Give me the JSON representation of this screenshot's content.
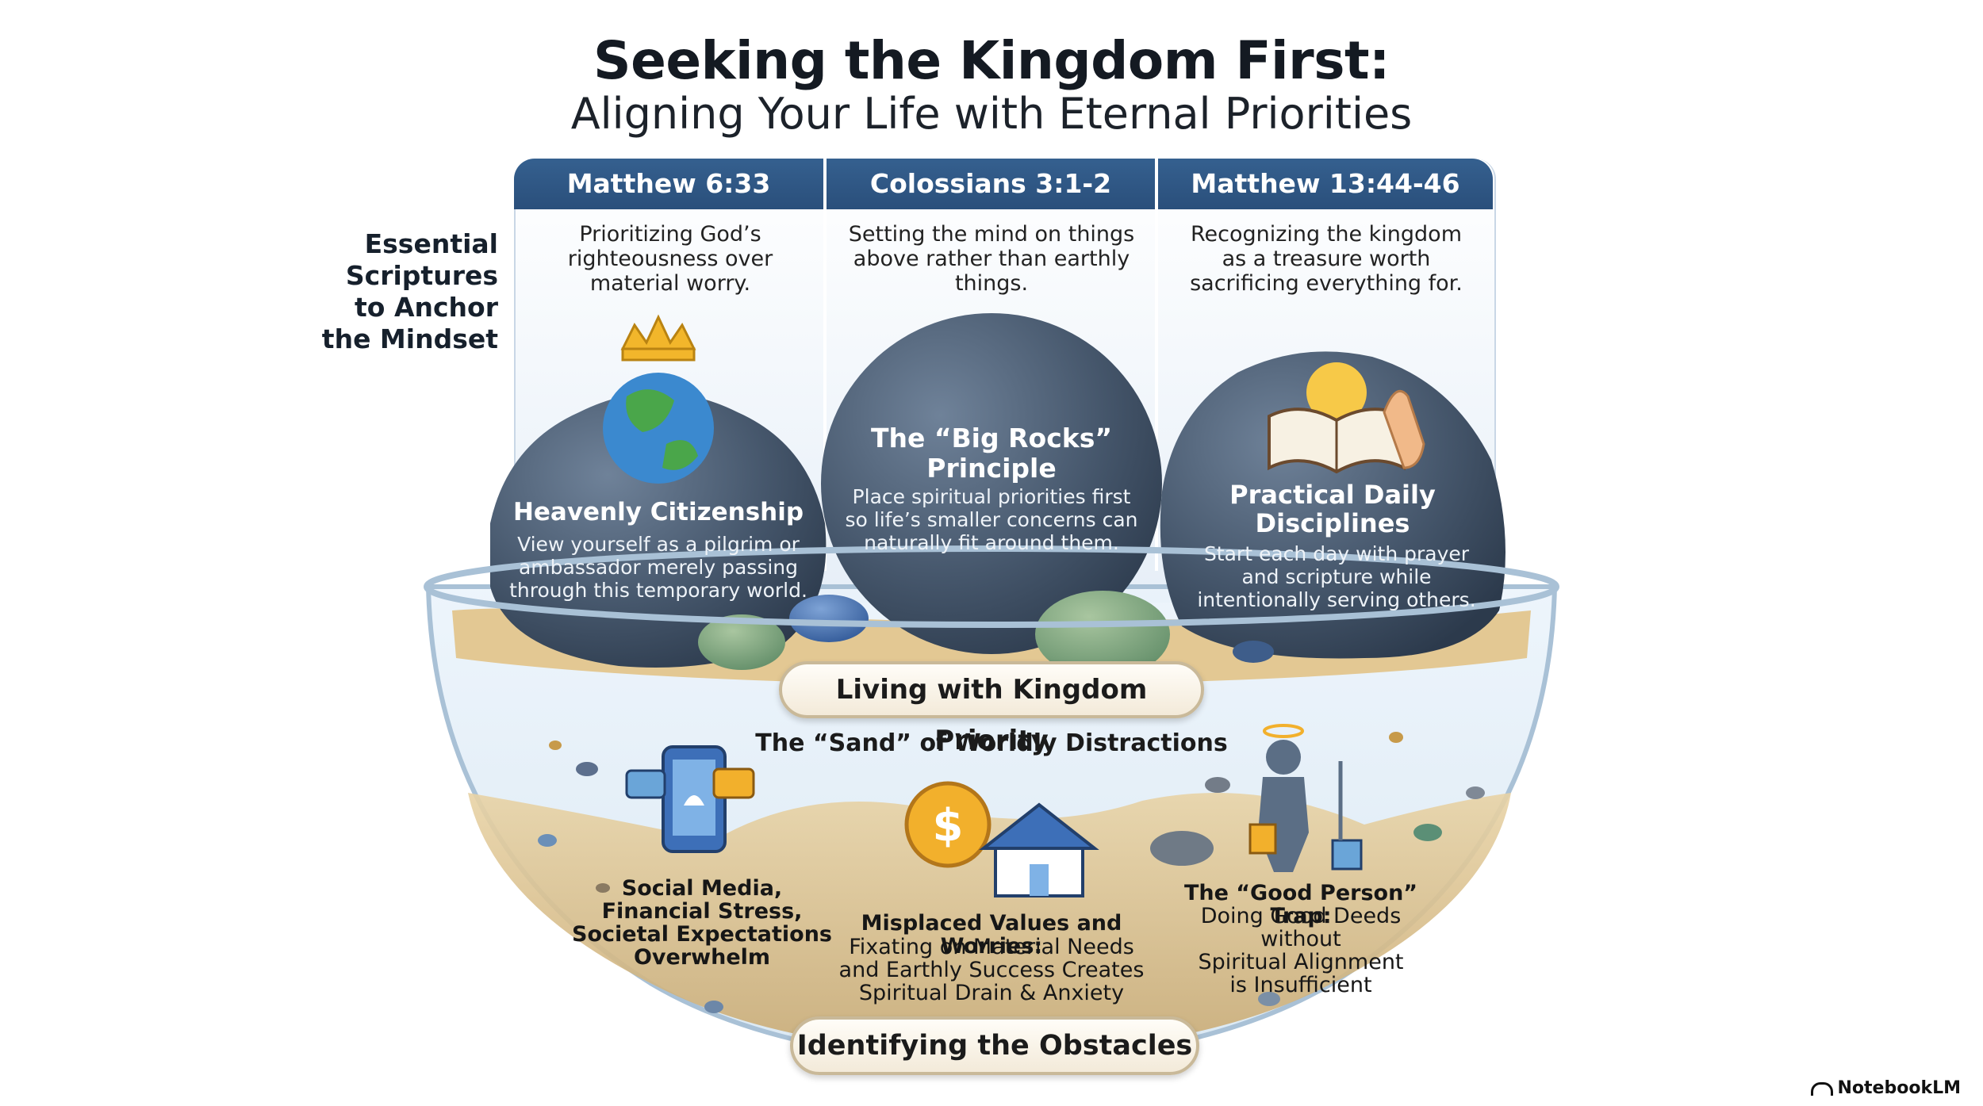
{
  "title": {
    "main": "Seeking the Kingdom First:",
    "sub": "Aligning Your Life with Eternal Priorities"
  },
  "side_label": "Essential\nScriptures\nto Anchor\nthe Mindset",
  "scriptures": [
    {
      "ref": "Matthew 6:33",
      "desc": "Prioritizing God’s\nrighteousness over\nmaterial worry."
    },
    {
      "ref": "Colossians 3:1-2",
      "desc": "Setting the mind on things\nabove rather than earthly\nthings."
    },
    {
      "ref": "Matthew 13:44-46",
      "desc": "Recognizing the kingdom\nas a treasure worth\nsacrificing everything for."
    }
  ],
  "rocks": [
    {
      "title": "Heavenly Citizenship",
      "body": "View yourself as a pilgrim or\nambassador merely passing\nthrough this temporary world.",
      "icon": "crowned-globe-icon"
    },
    {
      "title": "The “Big Rocks”\nPrinciple",
      "body": "Place spiritual priorities first\nso life’s smaller concerns can\nnaturally fit around them.",
      "icon": ""
    },
    {
      "title": "Practical Daily\nDisciplines",
      "body": "Start each day with prayer\nand scripture while\nintentionally serving others.",
      "icon": "bible-prayer-sunrise-icon"
    }
  ],
  "bowl_label_top": "Living with Kingdom Priority",
  "sand_heading": "The “Sand” of Worldly Distractions",
  "obstacles": [
    {
      "text": "Social Media,\nFinancial Stress,\nSocietal Expectations\nOverwhelm",
      "icon": "smartphone-notifications-icon"
    },
    {
      "title": "Misplaced Values and Worries:",
      "text": "Fixating on Material Needs\nand Earthly Success Creates\nSpiritual Drain & Anxiety",
      "icon": "dollar-coin-house-icon"
    },
    {
      "title": "The “Good Person” Trap:",
      "text": "Doing Good Deeds without\nSpiritual Alignment\nis Insufficient",
      "icon": "person-halo-cleaning-icon"
    }
  ],
  "bowl_label_bottom": "Identifying the Obstacles",
  "brand": "NotebookLM",
  "colors": {
    "header_blue": "#2f5a89",
    "rock_slate": "#4a5a6e",
    "sand": "#dcc394",
    "pill_border": "#c9b999"
  }
}
